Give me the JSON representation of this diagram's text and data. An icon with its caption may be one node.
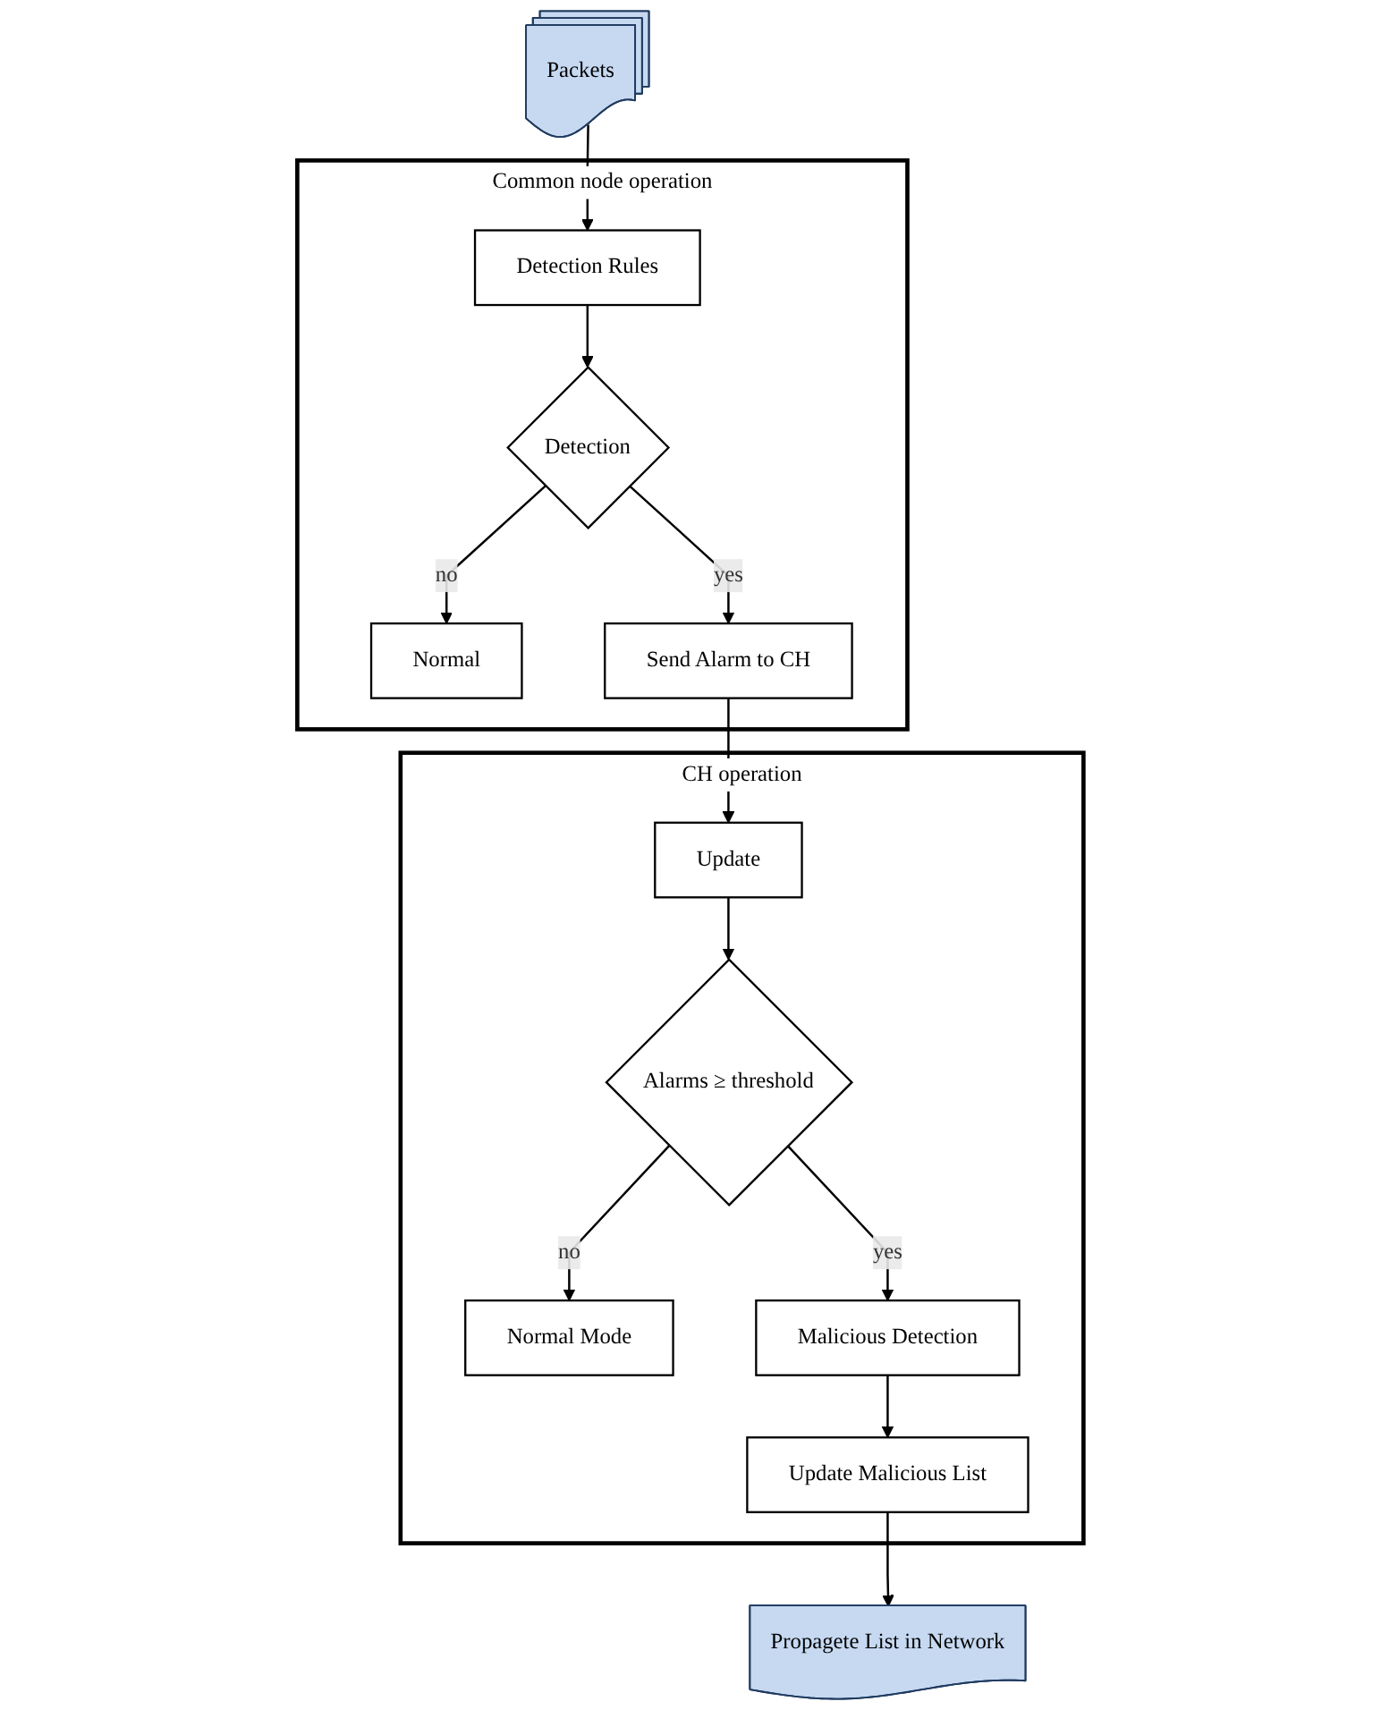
{
  "diagram": {
    "nodes": [
      {
        "text": [
          "Packets"
        ]
      },
      {
        "text": [
          "Common node operation"
        ]
      },
      {
        "text": [
          "Detection Rules"
        ],
        "in": 1
      },
      {
        "text": [
          "Detection"
        ],
        "in": 1
      },
      {
        "text": [
          "Normal"
        ],
        "in": 1
      },
      {
        "text": [
          "Send Alarm to CH"
        ],
        "in": 1
      },
      {
        "text": [
          "CH operation"
        ]
      },
      {
        "text": [
          "Update"
        ],
        "in": 6
      },
      {
        "text": [
          "Alarms ≥ threshold"
        ],
        "in": 6
      },
      {
        "text": [
          "Normal Mode"
        ],
        "in": 6
      },
      {
        "text": [
          "Malicious Detection"
        ],
        "in": 6
      },
      {
        "text": [
          "Update Malicious List"
        ],
        "in": 6
      },
      {
        "text": [
          "Propagete List in Network"
        ]
      }
    ],
    "edges": [
      {
        "from": 0,
        "to": 2,
        "arrow": "to"
      },
      {
        "from": 2,
        "to": 3,
        "arrow": "to"
      },
      {
        "from": 3,
        "to": 4,
        "arrow": "to",
        "label": "no"
      },
      {
        "from": 3,
        "to": 5,
        "arrow": "to",
        "label": "yes"
      },
      {
        "from": 5,
        "to": 7,
        "arrow": "to"
      },
      {
        "from": 7,
        "to": 8,
        "arrow": "to"
      },
      {
        "from": 8,
        "to": 9,
        "arrow": "to",
        "label": "no"
      },
      {
        "from": 8,
        "to": 10,
        "arrow": "to",
        "label": "yes"
      },
      {
        "from": 10,
        "to": 11,
        "arrow": "to"
      },
      {
        "from": 11,
        "to": 12,
        "arrow": "to"
      }
    ]
  }
}
